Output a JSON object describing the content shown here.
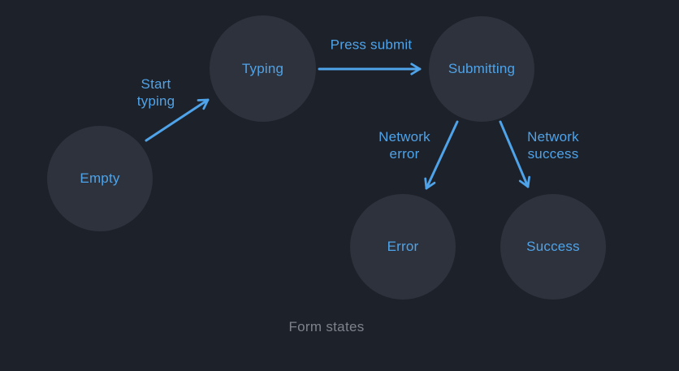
{
  "colors": {
    "background": "#1d2129",
    "node_fill": "#2d323c",
    "accent_blue": "#4fa3e9",
    "caption_gray": "#7e828c"
  },
  "diagram": {
    "caption": "Form states",
    "nodes": [
      {
        "id": "empty",
        "label": "Empty"
      },
      {
        "id": "typing",
        "label": "Typing"
      },
      {
        "id": "submitting",
        "label": "Submitting"
      },
      {
        "id": "error",
        "label": "Error"
      },
      {
        "id": "success",
        "label": "Success"
      }
    ],
    "edges": [
      {
        "id": "start-typing",
        "label": "Start typing",
        "from": "Empty",
        "to": "Typing"
      },
      {
        "id": "press-submit",
        "label": "Press submit",
        "from": "Typing",
        "to": "Submitting"
      },
      {
        "id": "network-error",
        "label": "Network error",
        "from": "Submitting",
        "to": "Error"
      },
      {
        "id": "network-success",
        "label": "Network success",
        "from": "Submitting",
        "to": "Success"
      }
    ]
  }
}
